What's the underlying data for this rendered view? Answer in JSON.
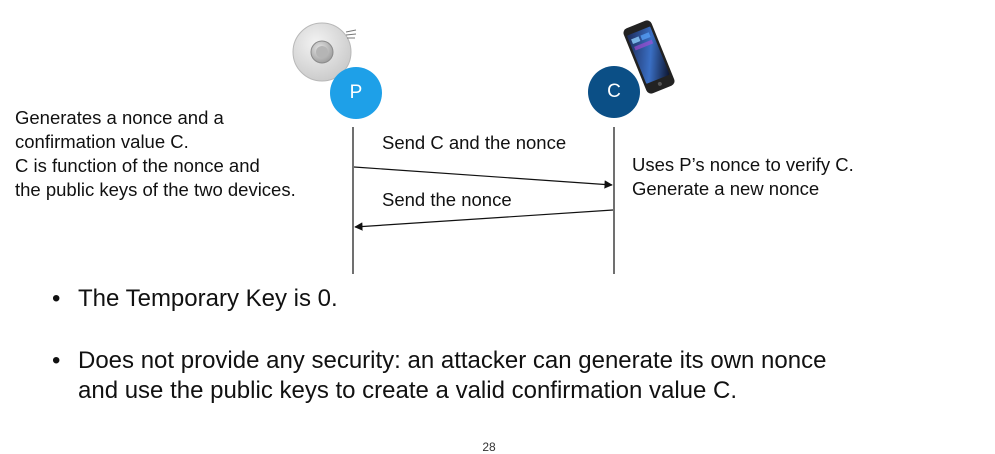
{
  "nodes": {
    "peripheral": {
      "label": "P",
      "color": "#1ea0e8",
      "device_icon": "sensor-device-icon"
    },
    "central": {
      "label": "C",
      "color": "#0b4f86",
      "device_icon": "smartphone-icon"
    }
  },
  "notes": {
    "left": [
      "Generates a nonce and a",
      "confirmation value C.",
      "C is function of the nonce and",
      "the public keys of the two devices."
    ],
    "right": [
      "Uses P’s nonce to verify C.",
      "Generate a new nonce"
    ]
  },
  "messages": [
    {
      "label": "Send C and the nonce",
      "from": "P",
      "to": "C"
    },
    {
      "label": "Send the nonce",
      "from": "C",
      "to": "P"
    }
  ],
  "bullets": [
    {
      "symbol": "•",
      "lines": [
        "The Temporary Key is 0."
      ]
    },
    {
      "symbol": "•",
      "lines": [
        "Does not provide any security: an attacker can generate its own nonce",
        "and use the public keys to create a valid confirmation value C."
      ]
    }
  ],
  "page_number": "28"
}
